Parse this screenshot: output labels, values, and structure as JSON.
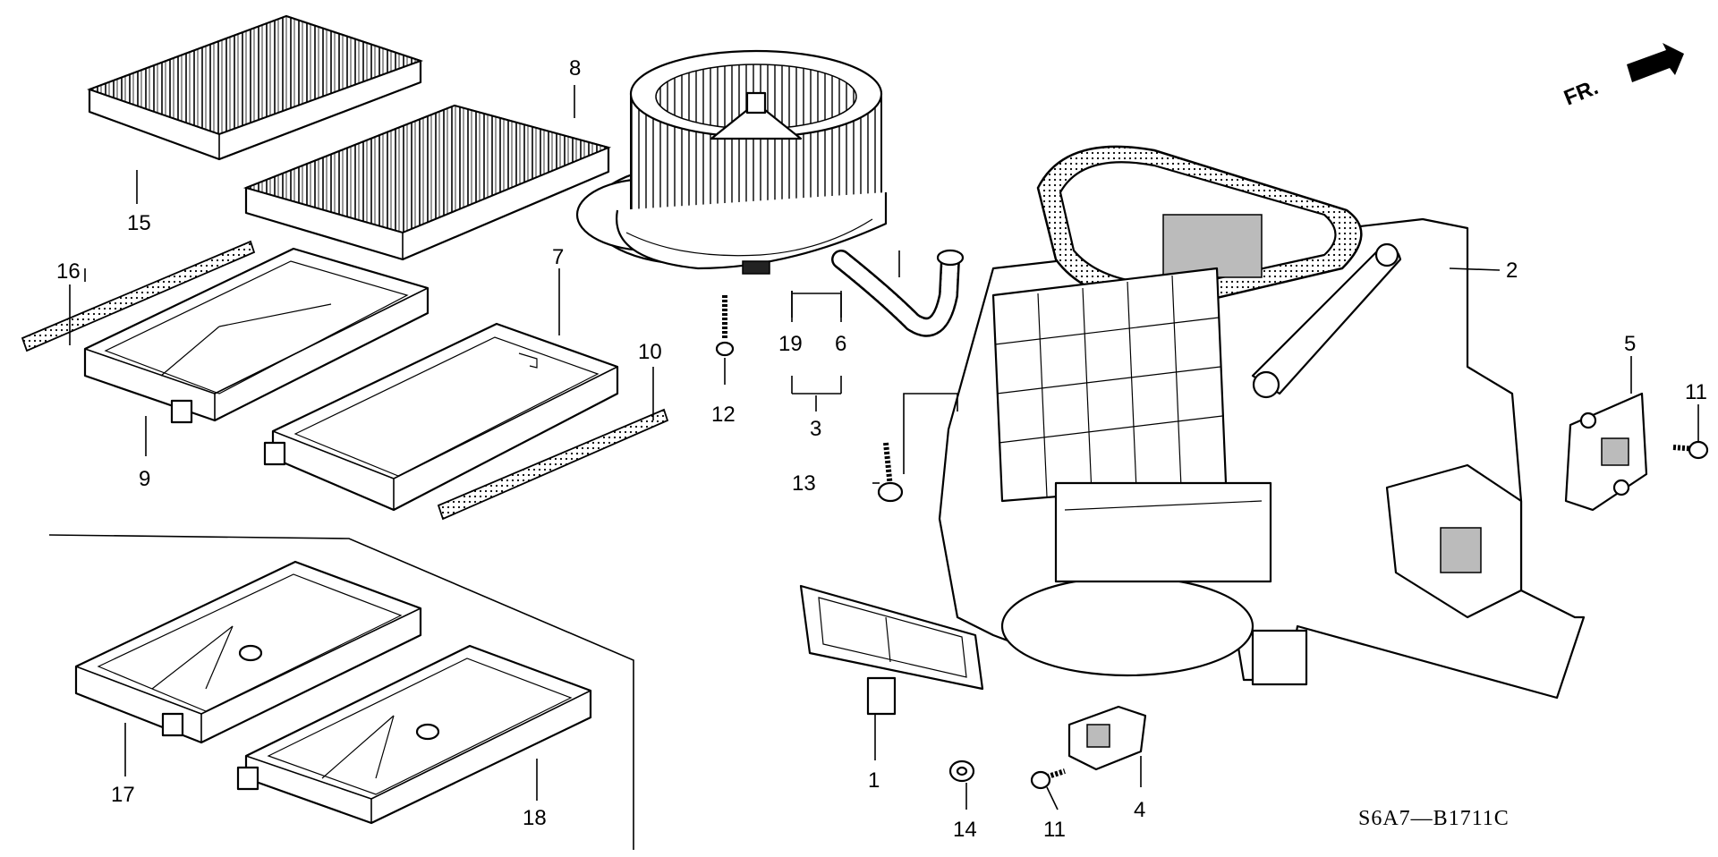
{
  "diagram": {
    "code": "S6A7—B1711C",
    "direction_indicator": "FR.",
    "callouts": {
      "c1": "1",
      "c2": "2",
      "c3": "3",
      "c4": "4",
      "c5": "5",
      "c6": "6",
      "c7": "7",
      "c8": "8",
      "c9": "9",
      "c10": "10",
      "c11a": "11",
      "c11b": "11",
      "c12": "12",
      "c13": "13",
      "c14": "14",
      "c15": "15",
      "c16": "16",
      "c17": "17",
      "c18": "18",
      "c19": "19"
    }
  }
}
